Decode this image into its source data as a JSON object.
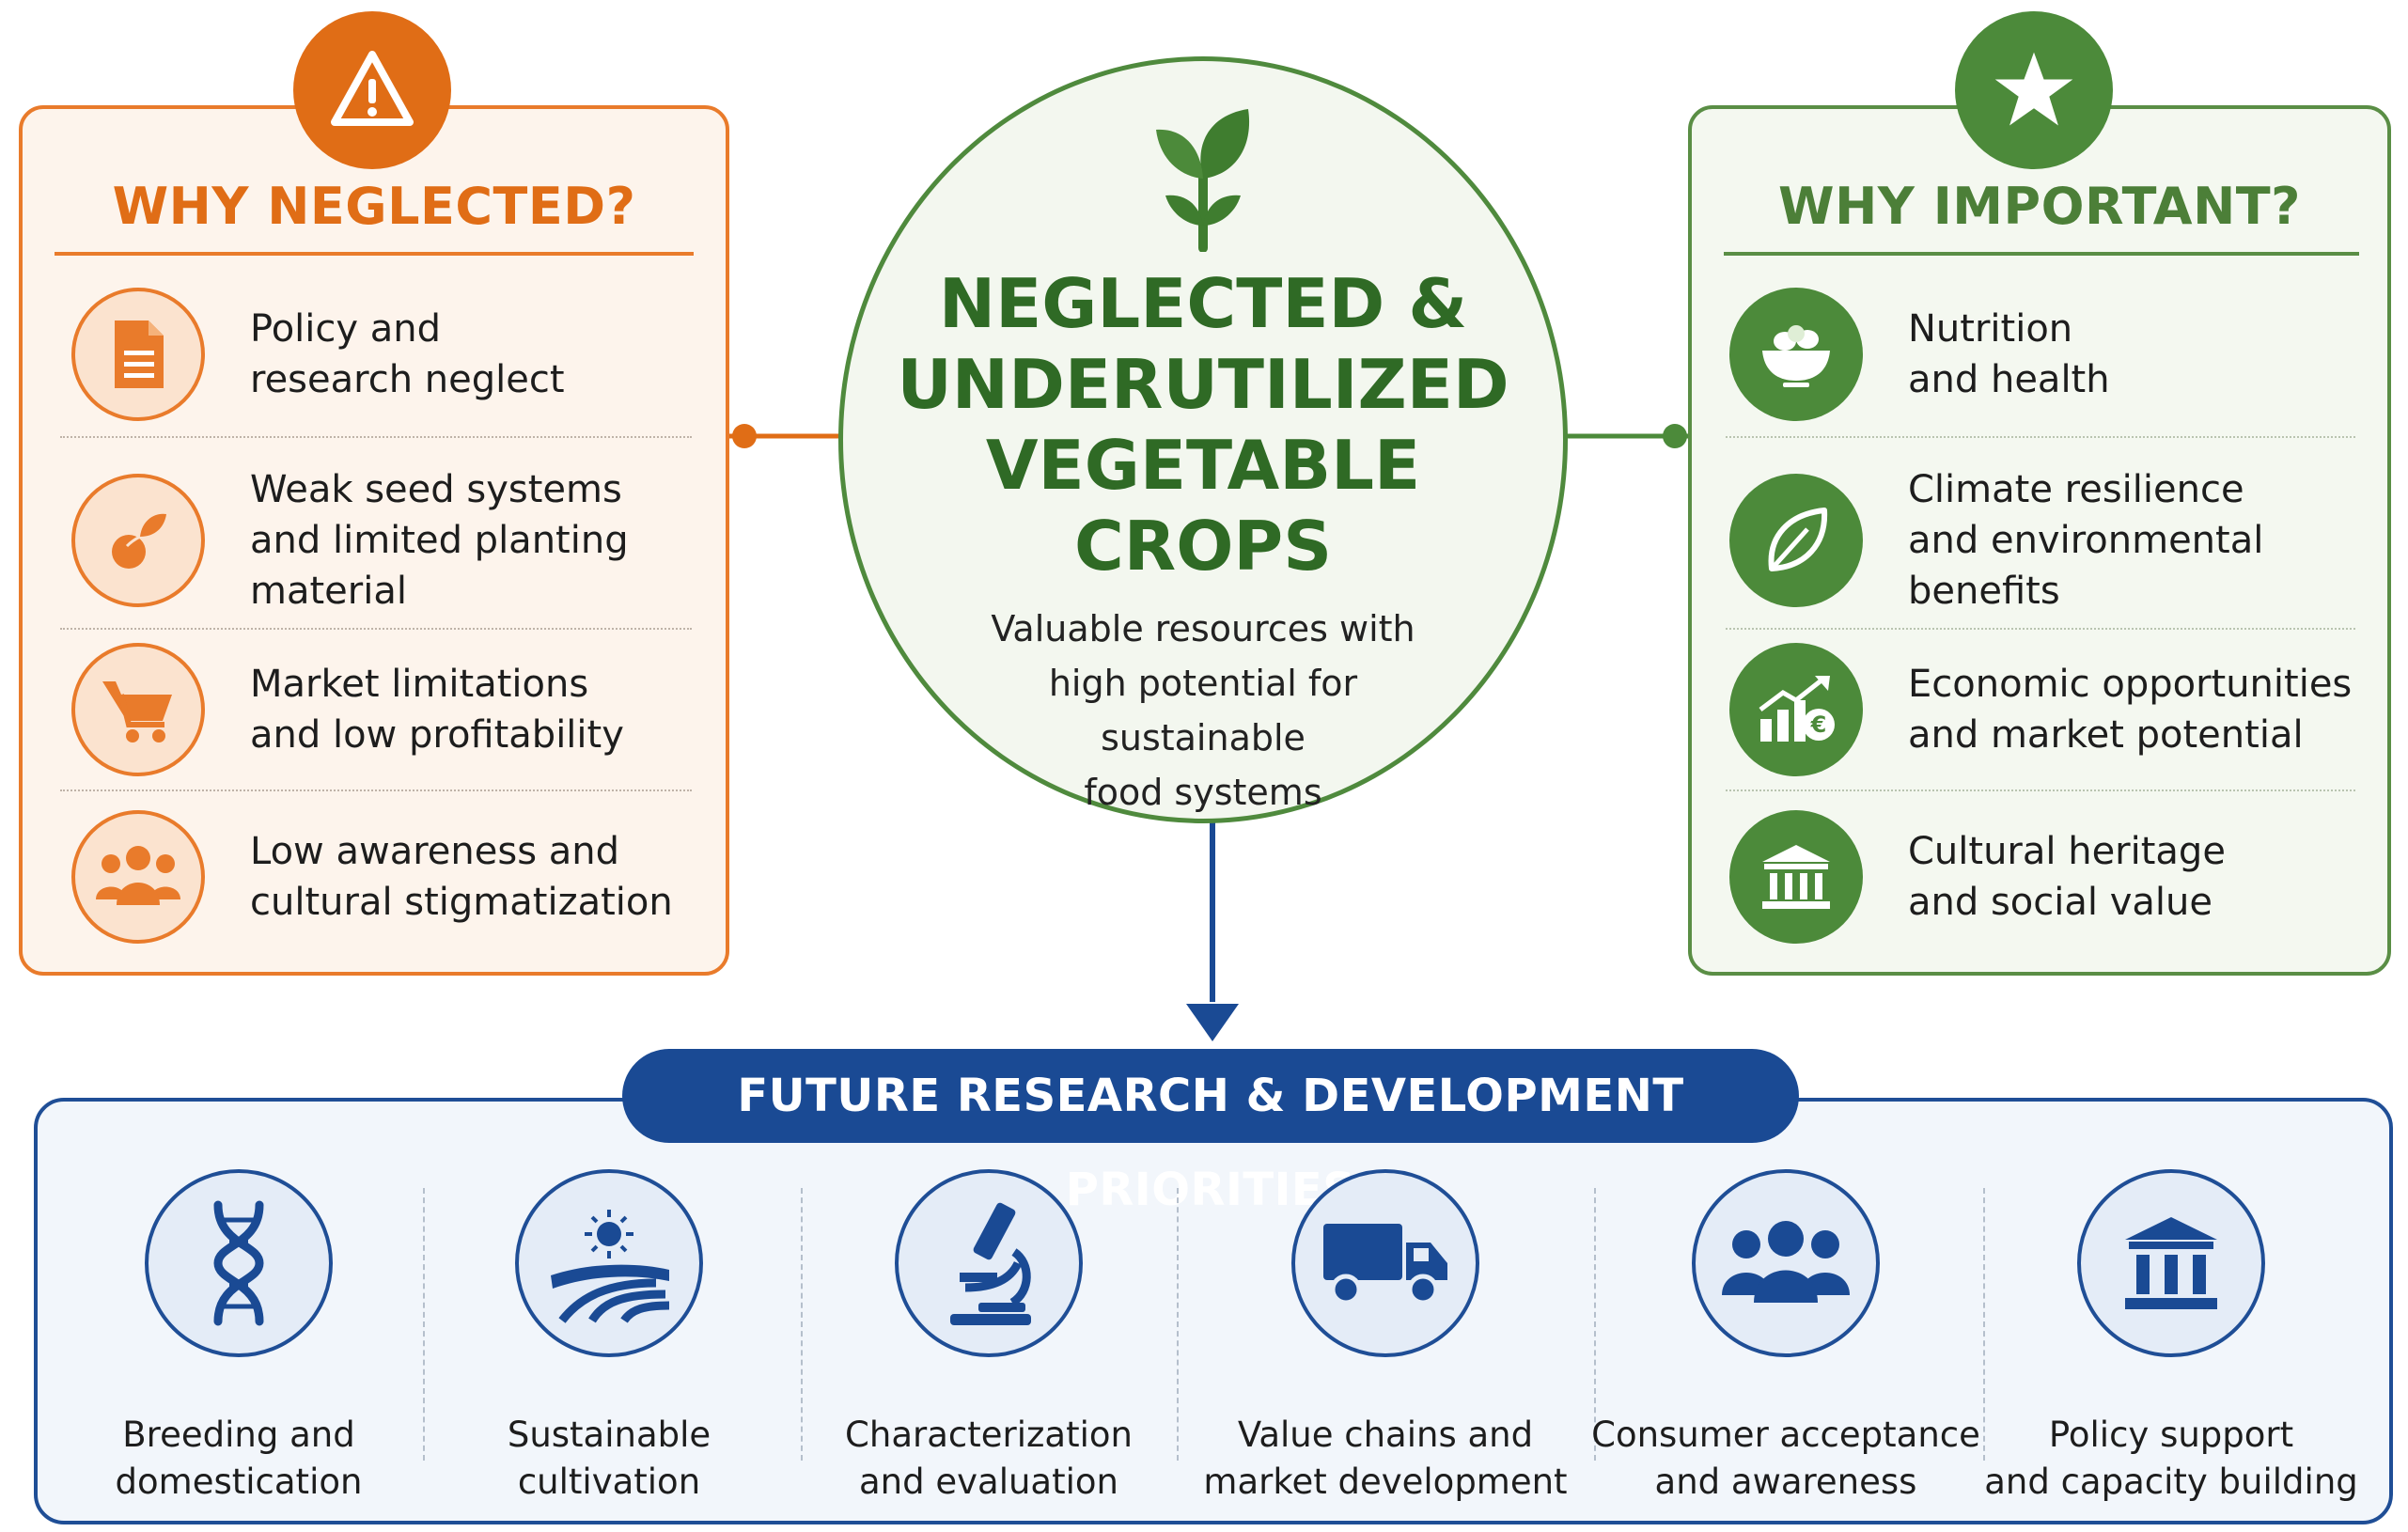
{
  "center": {
    "title_lines": [
      "NEGLECTED &",
      "UNDERUTILIZED",
      "VEGETABLE",
      "CROPS"
    ],
    "subtitle_lines": [
      "Valuable resources with",
      "high potential for sustainable",
      "food systems"
    ]
  },
  "left_panel": {
    "title": "WHY NEGLECTED?",
    "badge_icon": "warning-icon",
    "items": [
      {
        "icon": "document-icon",
        "lines": [
          "Policy and",
          "research neglect"
        ]
      },
      {
        "icon": "seed-icon",
        "lines": [
          "Weak seed systems",
          "and limited planting",
          "material"
        ]
      },
      {
        "icon": "cart-icon",
        "lines": [
          "Market limitations",
          "and low profitability"
        ]
      },
      {
        "icon": "people-icon",
        "lines": [
          "Low awareness and",
          "cultural stigmatization"
        ]
      }
    ]
  },
  "right_panel": {
    "title": "WHY IMPORTANT?",
    "badge_icon": "star-icon",
    "items": [
      {
        "icon": "salad-bowl-icon",
        "lines": [
          "Nutrition",
          "and health"
        ]
      },
      {
        "icon": "leaf-icon",
        "lines": [
          "Climate resilience",
          "and environmental",
          "benefits"
        ]
      },
      {
        "icon": "growth-chart-icon",
        "lines": [
          "Economic opportunities",
          "and market potential"
        ]
      },
      {
        "icon": "museum-icon",
        "lines": [
          "Cultural heritage",
          "and social value"
        ]
      }
    ]
  },
  "priorities": {
    "title": "FUTURE RESEARCH & DEVELOPMENT PRIORITIES",
    "items": [
      {
        "icon": "dna-icon",
        "lines": [
          "Breeding and",
          "domestication"
        ]
      },
      {
        "icon": "field-sun-icon",
        "lines": [
          "Sustainable",
          "cultivation"
        ]
      },
      {
        "icon": "microscope-icon",
        "lines": [
          "Characterization",
          "and evaluation"
        ]
      },
      {
        "icon": "truck-icon",
        "lines": [
          "Value chains and",
          "market development"
        ]
      },
      {
        "icon": "people-icon",
        "lines": [
          "Consumer acceptance",
          "and awareness"
        ]
      },
      {
        "icon": "bank-icon",
        "lines": [
          "Policy support",
          "and capacity building"
        ]
      }
    ]
  },
  "colors": {
    "orange": "#e06d16",
    "green": "#4c8a3a",
    "blue": "#1a4a94"
  }
}
